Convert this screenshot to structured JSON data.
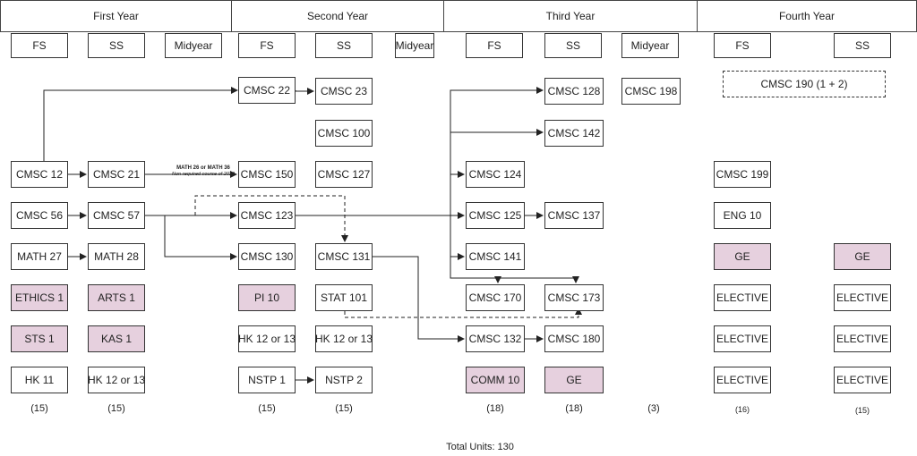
{
  "years": [
    {
      "label": "First Year"
    },
    {
      "label": "Second Year"
    },
    {
      "label": "Third Year"
    },
    {
      "label": "Fourth Year"
    }
  ],
  "semesters": [
    "FS",
    "SS",
    "Midyear",
    "FS",
    "SS",
    "Midyear",
    "FS",
    "SS",
    "Midyear",
    "FS",
    "SS"
  ],
  "courses": {
    "cmsc12": "CMSC 12",
    "cmsc21": "CMSC 21",
    "cmsc56": "CMSC 56",
    "cmsc57": "CMSC 57",
    "math27": "MATH 27",
    "math28": "MATH 28",
    "ethics1": "ETHICS 1",
    "arts1": "ARTS 1",
    "sts1": "STS 1",
    "kas1": "KAS 1",
    "hk11": "HK 11",
    "hk12_13_y1": "HK 12 or 13",
    "cmsc22": "CMSC 22",
    "cmsc23": "CMSC 23",
    "cmsc100": "CMSC 100",
    "cmsc150": "CMSC 150",
    "cmsc127": "CMSC 127",
    "cmsc123": "CMSC 123",
    "cmsc130": "CMSC 130",
    "cmsc131": "CMSC 131",
    "pi10": "PI 10",
    "stat101": "STAT 101",
    "hk12_13_y2fs": "HK 12 or 13",
    "hk12_13_y2ss": "HK 12 or 13",
    "nstp1": "NSTP 1",
    "nstp2": "NSTP 2",
    "cmsc128": "CMSC 128",
    "cmsc198": "CMSC 198",
    "cmsc142": "CMSC 142",
    "cmsc124": "CMSC 124",
    "cmsc125": "CMSC 125",
    "cmsc137": "CMSC 137",
    "cmsc141": "CMSC 141",
    "cmsc170": "CMSC 170",
    "cmsc173": "CMSC 173",
    "cmsc132": "CMSC 132",
    "cmsc180": "CMSC 180",
    "comm10": "COMM 10",
    "ge_y3": "GE",
    "cmsc190": "CMSC 190 (1 + 2)",
    "cmsc199": "CMSC 199",
    "eng10": "ENG 10",
    "ge_y4fs": "GE",
    "ge_y4ss": "GE",
    "elective_fs1": "ELECTIVE",
    "elective_fs2": "ELECTIVE",
    "elective_fs3": "ELECTIVE",
    "elective_ss1": "ELECTIVE",
    "elective_ss2": "ELECTIVE",
    "elective_ss3": "ELECTIVE"
  },
  "math_note": {
    "line1": "MATH 26 or MATH 36",
    "line2": "Non-required course of 2023"
  },
  "units": {
    "y1fs": "(15)",
    "y1ss": "(15)",
    "y2fs": "(15)",
    "y2ss": "(15)",
    "y3fs": "(18)",
    "y3ss": "(18)",
    "y3mid": "(3)",
    "y4fs": "(16)",
    "y4ss": "(15)"
  },
  "total_units": "Total Units: 130",
  "colors": {
    "pink_fill": "#e6d0de",
    "border": "#333333",
    "line": "#222222"
  }
}
